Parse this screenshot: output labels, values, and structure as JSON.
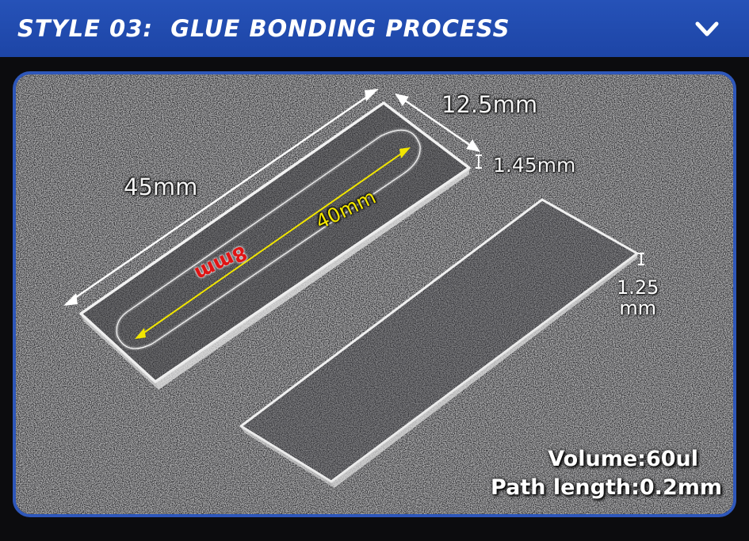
{
  "header": {
    "title": "STYLE 03:  GLUE BONDING PROCESS",
    "toggle_icon": "chevron-down-icon"
  },
  "colors": {
    "header_bg": "#2652b8",
    "frame_border": "#2e57ba",
    "measure_yellow": "#f2e600",
    "measure_red": "#e01414"
  },
  "dimensions": {
    "length": "45mm",
    "width": "12.5mm",
    "thickness_top": "1.45mm",
    "thickness_bottom_value": "1.25",
    "thickness_bottom_unit": "mm",
    "channel_length": "40mm",
    "channel_width": "8mm"
  },
  "specs": {
    "volume": "Volume:60ul",
    "path_length": "Path length:0.2mm"
  }
}
